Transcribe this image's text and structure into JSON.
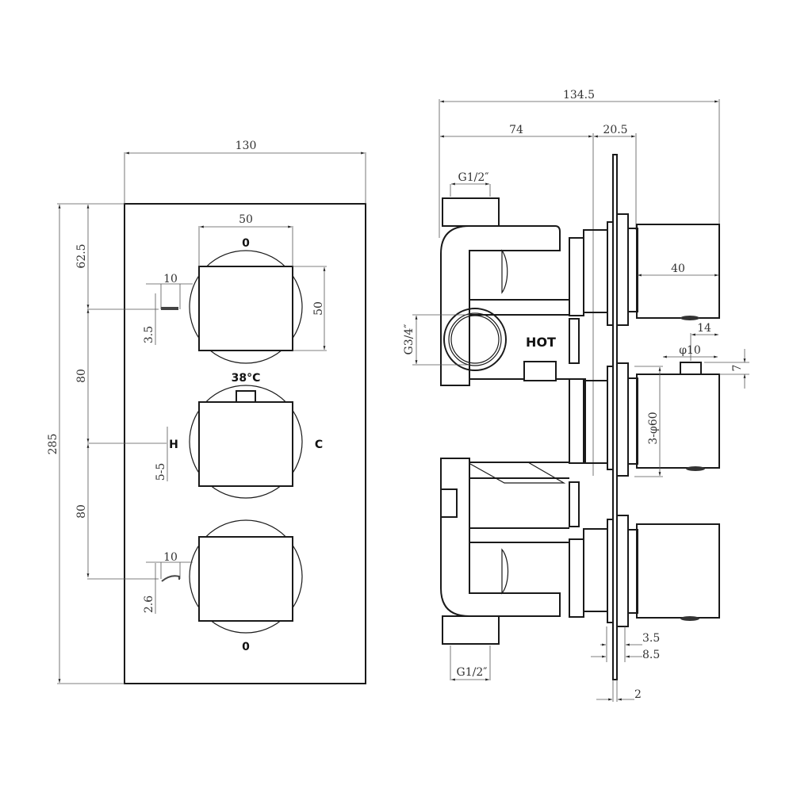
{
  "front_view": {
    "width": "130",
    "height": "285",
    "knob_width": "50",
    "knob_height": "50",
    "top_offset": "62.5",
    "spacing_1": "80",
    "spacing_2": "80",
    "indicator_top_width": "10",
    "indicator_top_height": "3.5",
    "indicator_mid_height": "5-5",
    "indicator_bottom_width": "10",
    "indicator_bottom_height": "2.6",
    "label_top_knob": "0",
    "label_temp": "38°C",
    "label_hot": "H",
    "label_cold": "C",
    "label_bottom_knob": "0"
  },
  "side_view": {
    "total_depth": "134.5",
    "body_depth": "74",
    "plate_depth": "20.5",
    "top_inlet": "G1/2″",
    "side_inlet": "G3/4″",
    "bottom_outlet": "G1/2″",
    "hot_label": "HOT",
    "knob_depth": "40",
    "pin_offset": "14",
    "pin_diameter": "φ10",
    "pin_height": "7",
    "knob_diameter": "3-φ60",
    "flange_1": "3.5",
    "flange_2": "8.5",
    "plate_thickness": "2"
  }
}
